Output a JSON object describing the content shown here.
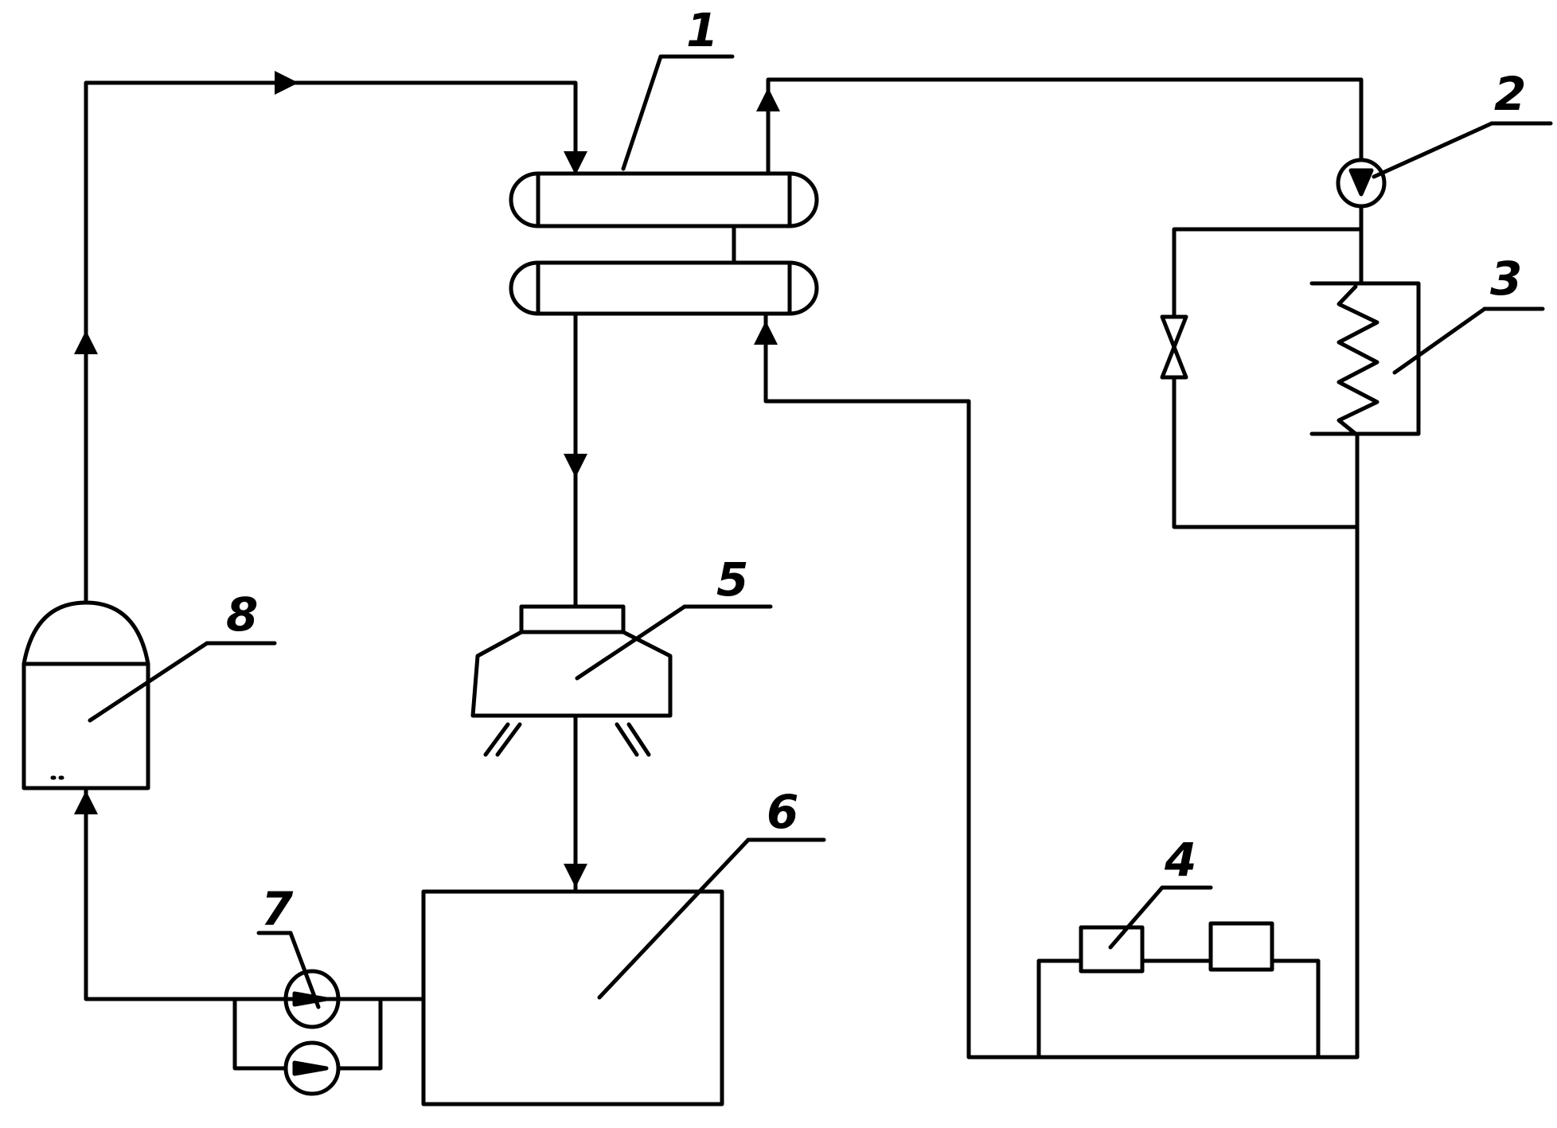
{
  "labels": {
    "l1": "1",
    "l2": "2",
    "l3": "3",
    "l4": "4",
    "l5": "5",
    "l6": "6",
    "l7": "7",
    "l8": "8"
  },
  "colors": {
    "stroke": "#000000",
    "background": "#ffffff"
  }
}
